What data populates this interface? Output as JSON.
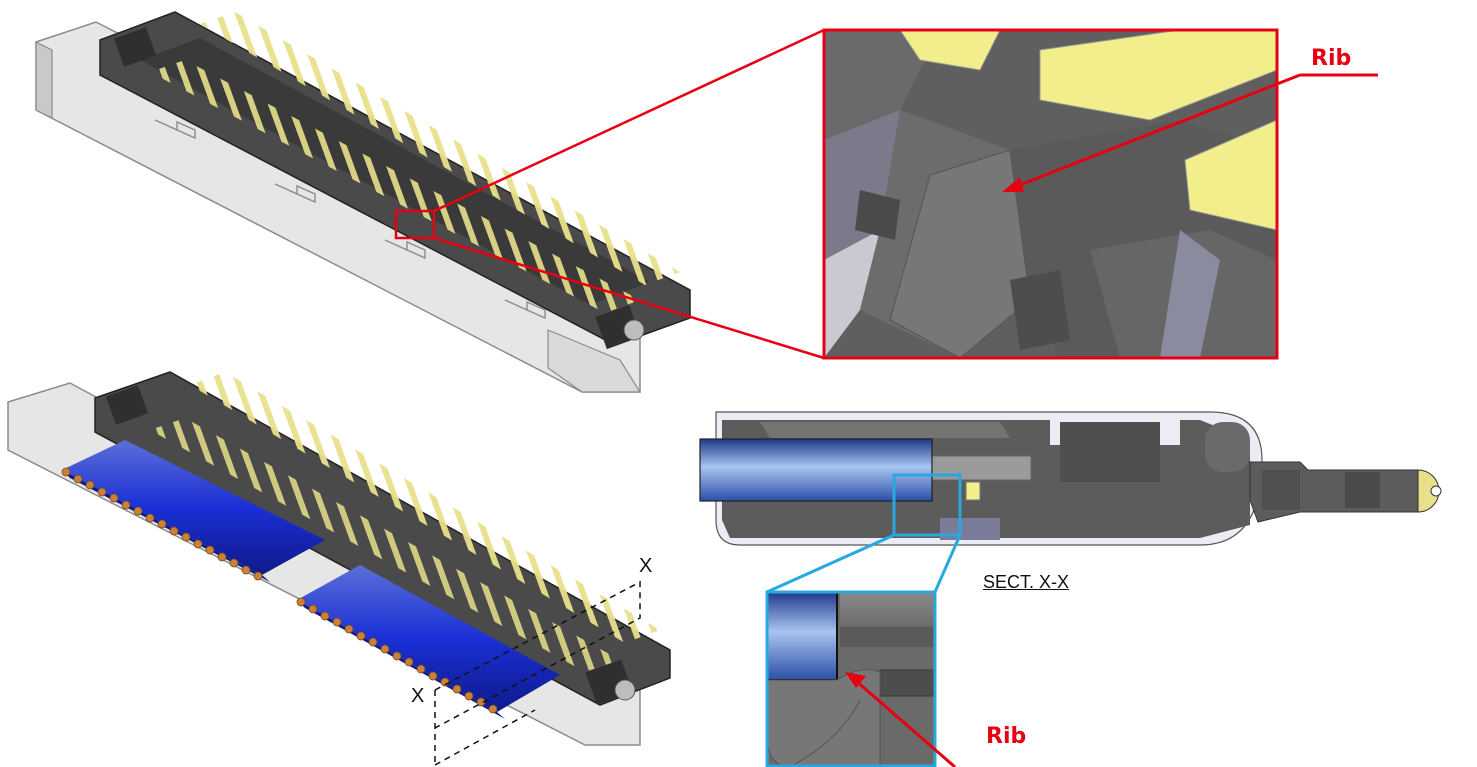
{
  "callouts": {
    "rib_zoom": "Rib",
    "rib_section": "Rib"
  },
  "section": {
    "title": "SECT. X-X",
    "mark_upper": "X",
    "mark_lower": "X"
  },
  "colors": {
    "housing": "#4a4a4a",
    "housing_dark": "#2f2f2f",
    "contact_gold": "#e8e08a",
    "bracket": "#d6d6d6",
    "cable_blue": "#1a2fd6",
    "cable_copper": "#c8803a",
    "zoom_frame": "#e60012",
    "section_frame": "#29a8e0"
  }
}
